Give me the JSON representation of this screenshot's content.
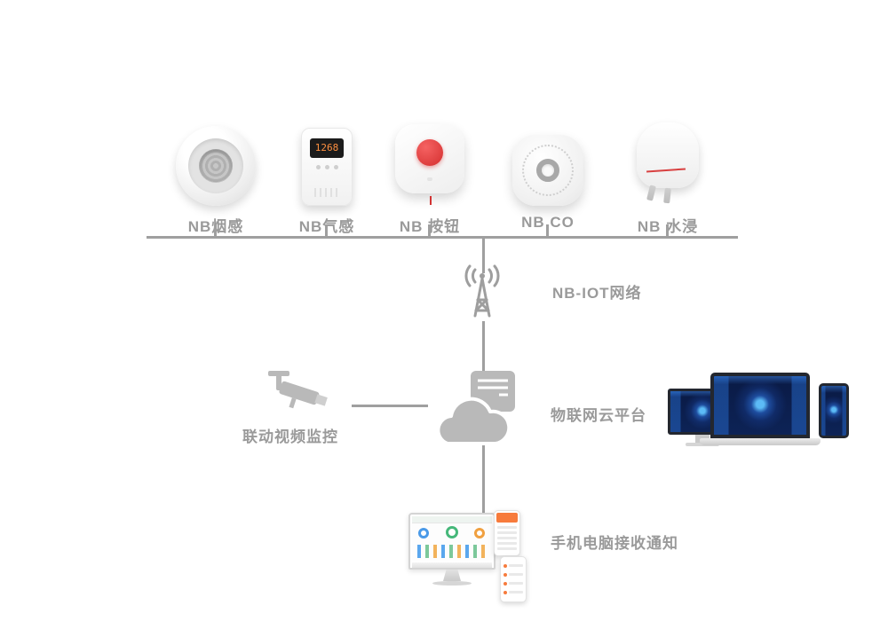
{
  "devices": [
    {
      "id": "smoke",
      "label": "NB烟感"
    },
    {
      "id": "gas",
      "label": "NB气感",
      "display": "1268"
    },
    {
      "id": "button",
      "label": "NB 按钮"
    },
    {
      "id": "co",
      "label": "NB CO"
    },
    {
      "id": "water",
      "label": "NB 水浸"
    }
  ],
  "nodes": {
    "network": {
      "label": "NB-IOT网络"
    },
    "cloud": {
      "label": "物联网云平台"
    },
    "video": {
      "label": "联动视频监控"
    },
    "notification": {
      "label": "手机电脑接收通知"
    }
  },
  "icons": {
    "network": "radio-tower",
    "cloud": "cloud-with-server",
    "video": "cctv-camera",
    "devices_right": "monitor-laptop-phone-dashboards",
    "notification": "desktop-monitor-and-phones"
  },
  "colors": {
    "label_gray": "#9a9a9a",
    "line_gray": "#9f9f9f",
    "icon_gray": "#b9b9b9",
    "accent_red": "#d93535",
    "dashboard_navy": "#0b1d4c",
    "gas_digits_orange": "#ff9040"
  }
}
